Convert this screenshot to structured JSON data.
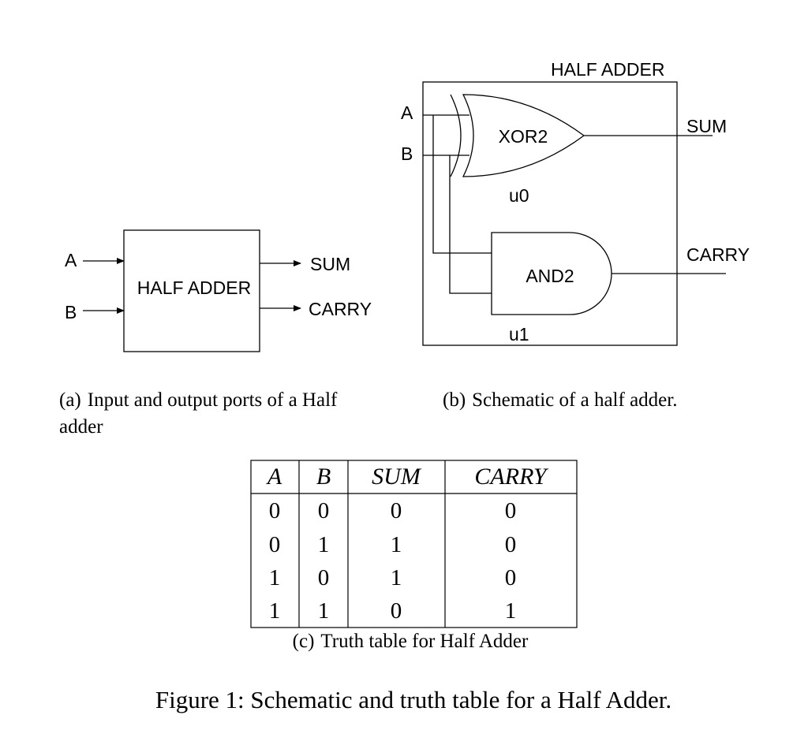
{
  "panel_a": {
    "block_label": "HALF ADDER",
    "inputs": [
      "A",
      "B"
    ],
    "outputs": [
      "SUM",
      "CARRY"
    ],
    "caption_tag": "(a)",
    "caption_line1": "Input and output ports of a Half",
    "caption_line2": "adder"
  },
  "panel_b": {
    "title": "HALF ADDER",
    "input_a": "A",
    "input_b": "B",
    "xor_label": "XOR2",
    "xor_instance": "u0",
    "and_label": "AND2",
    "and_instance": "u1",
    "output_sum": "SUM",
    "output_carry": "CARRY",
    "caption_tag": "(b)",
    "caption_text": "Schematic of a half adder."
  },
  "truth_table": {
    "headers": [
      "A",
      "B",
      "SUM",
      "CARRY"
    ],
    "rows": [
      [
        "0",
        "0",
        "0",
        "0"
      ],
      [
        "0",
        "1",
        "1",
        "0"
      ],
      [
        "1",
        "0",
        "1",
        "0"
      ],
      [
        "1",
        "1",
        "0",
        "1"
      ]
    ],
    "caption_tag": "(c)",
    "caption_text": "Truth table for Half Adder"
  },
  "figure_caption": "Figure 1: Schematic and truth table for a Half Adder."
}
